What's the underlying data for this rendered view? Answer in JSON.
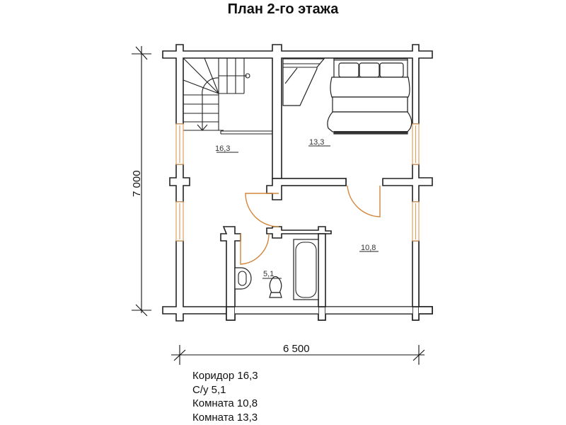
{
  "title": "План 2-го этажа",
  "dimensions": {
    "width_label": "6 500",
    "height_label": "7 000"
  },
  "rooms": [
    {
      "id": "corridor",
      "area_label": "16,3"
    },
    {
      "id": "bedroom",
      "area_label": "13,3"
    },
    {
      "id": "room",
      "area_label": "10,8"
    },
    {
      "id": "bathroom",
      "area_label": "5,1"
    }
  ],
  "legend": [
    {
      "name": "Коридор",
      "value": "16,3"
    },
    {
      "name": "С/у",
      "value": "5,1"
    },
    {
      "name": "Комната",
      "value": "10,8"
    },
    {
      "name": "Комната",
      "value": "13,3"
    }
  ],
  "colors": {
    "wall_stroke": "#222222",
    "door": "#d4863a",
    "window": "#e0a060"
  }
}
